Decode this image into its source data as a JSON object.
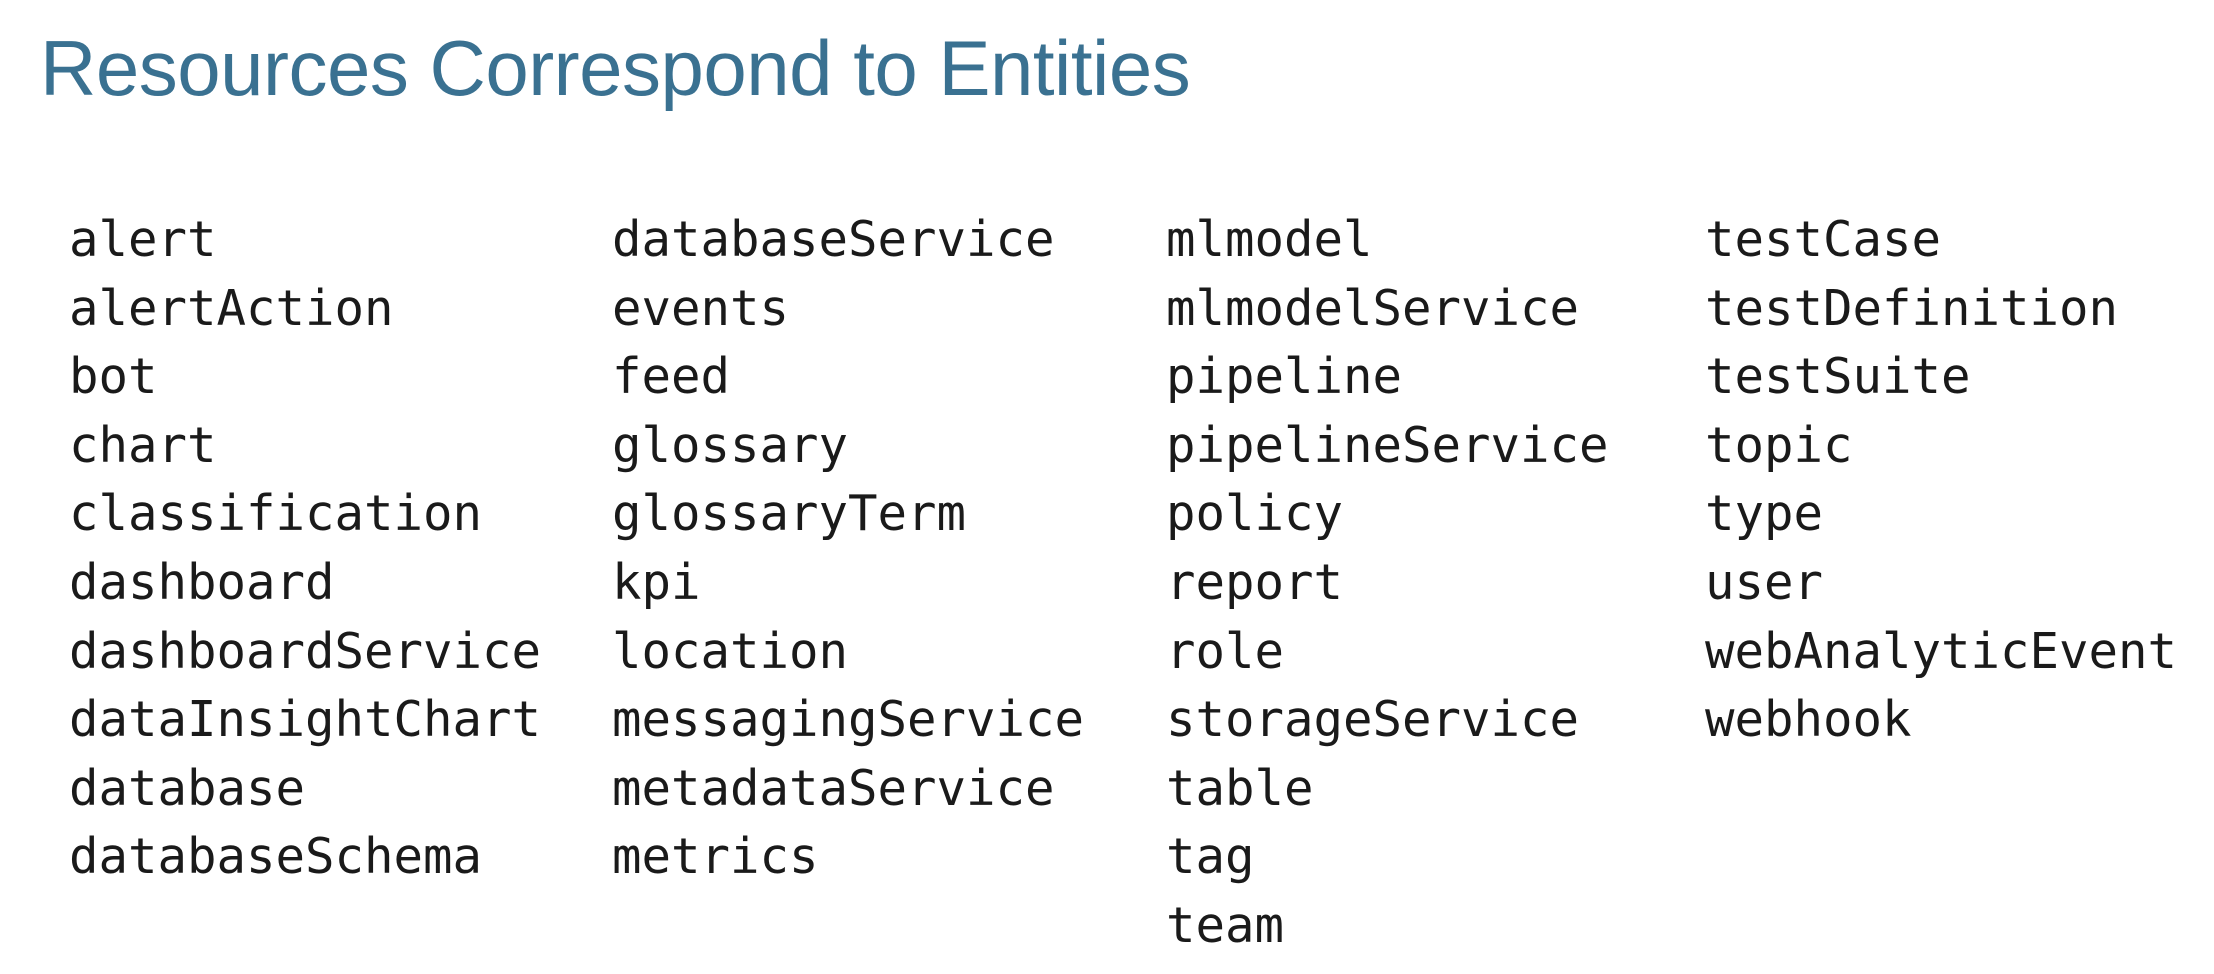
{
  "title": "Resources Correspond to Entities",
  "colors": {
    "title": "#3A7191",
    "text": "#1a1a1a",
    "background": "#ffffff"
  },
  "entity_columns": [
    {
      "items": [
        "alert",
        "alertAction",
        "bot",
        "chart",
        "classification",
        "dashboard",
        "dashboardService",
        "dataInsightChart",
        "database",
        "databaseSchema"
      ]
    },
    {
      "items": [
        "databaseService",
        "events",
        "feed",
        "glossary",
        "glossaryTerm",
        "kpi",
        "location",
        "messagingService",
        "metadataService",
        "metrics"
      ]
    },
    {
      "items": [
        "mlmodel",
        "mlmodelService",
        "pipeline",
        "pipelineService",
        "policy",
        "report",
        "role",
        "storageService",
        "table",
        "tag",
        "team"
      ]
    },
    {
      "items": [
        "testCase",
        "testDefinition",
        "testSuite",
        "topic",
        "type",
        "user",
        "webAnalyticEvent",
        "webhook"
      ]
    }
  ]
}
